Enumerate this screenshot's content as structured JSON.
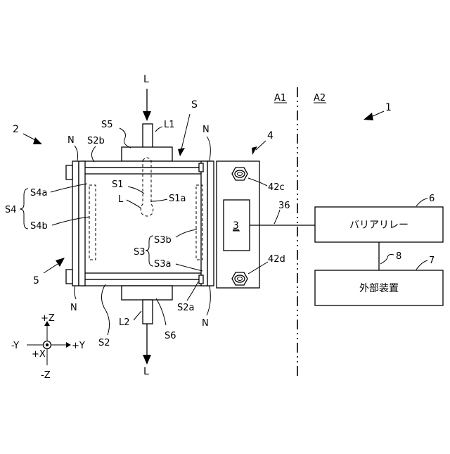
{
  "labels": {
    "L_top": "L",
    "L_bottom": "L",
    "L1": "L1",
    "L2": "L2",
    "S": "S",
    "S5": "S5",
    "S6": "S6",
    "S2b": "S2b",
    "S2a": "S2a",
    "S2": "S2",
    "N_tl": "N",
    "N_tr": "N",
    "N_bl": "N",
    "N_br": "N",
    "S1": "S1",
    "S1a": "S1a",
    "L_inner": "L",
    "S4": "S4",
    "S4a": "S4a",
    "S4b": "S4b",
    "S3": "S3",
    "S3a": "S3a",
    "S3b": "S3b",
    "n2": "2",
    "n5": "5",
    "n4": "4",
    "n1": "1",
    "n3": "3",
    "n36": "36",
    "n42c": "42c",
    "n42d": "42d",
    "n6": "6",
    "n7": "7",
    "n8": "8",
    "A1": "A1",
    "A2": "A2",
    "relay": "バリアリレー",
    "external": "外部装置"
  },
  "axes": {
    "plus_z": "+Z",
    "minus_z": "-Z",
    "plus_y": "+Y",
    "minus_y": "-Y",
    "plus_x": "+X"
  }
}
